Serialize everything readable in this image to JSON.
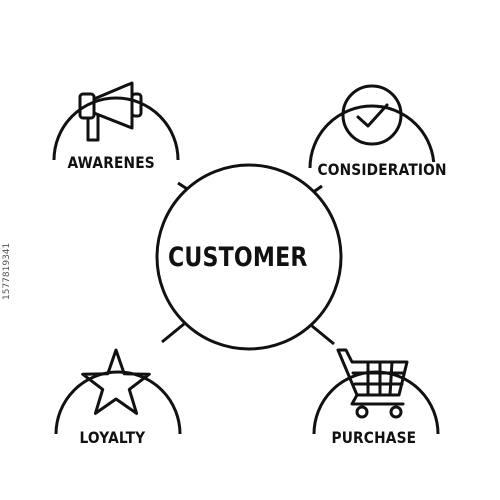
{
  "center": {
    "label": "CUSTOMER"
  },
  "stages": {
    "awareness": {
      "label": "AWARENES",
      "icon": "megaphone-icon"
    },
    "consideration": {
      "label": "CONSIDERATION",
      "icon": "checkmark-circle-icon"
    },
    "loyalty": {
      "label": "LOYALTY",
      "icon": "star-icon"
    },
    "purchase": {
      "label": "PURCHASE",
      "icon": "shopping-cart-icon"
    }
  },
  "watermark": {
    "id": "1577819341"
  },
  "colors": {
    "stroke": "#111111",
    "background": "#ffffff"
  }
}
